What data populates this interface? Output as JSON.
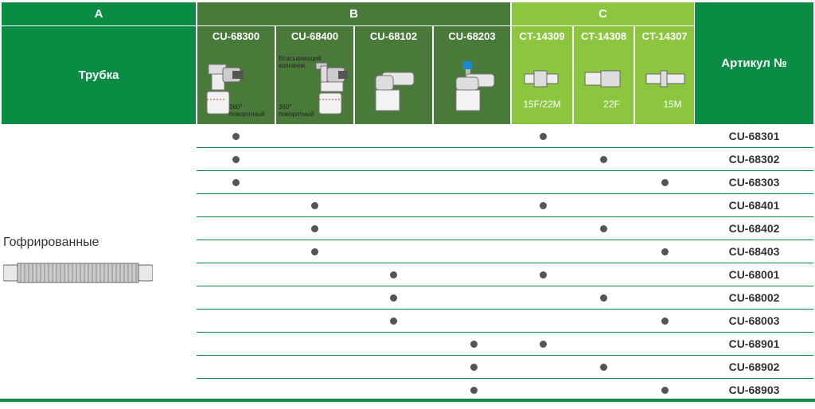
{
  "groups": {
    "a_label": "A",
    "b_label": "B",
    "c_label": "C",
    "tube_header": "Трубка",
    "article_header": "Артикул №"
  },
  "columns": [
    {
      "code": "CU-68300",
      "group": "B",
      "note_top": "",
      "note_bottom": "360° поворотный"
    },
    {
      "code": "CU-68400",
      "group": "B",
      "note_top": "Всасывающий колпачок",
      "note_bottom": "360° поворотный"
    },
    {
      "code": "CU-68102",
      "group": "B",
      "note_top": "",
      "note_bottom": ""
    },
    {
      "code": "CU-68203",
      "group": "B",
      "note_top": "",
      "note_bottom": ""
    },
    {
      "code": "CT-14309",
      "group": "C",
      "size": "15F/22M"
    },
    {
      "code": "CT-14308",
      "group": "C",
      "size": "22F"
    },
    {
      "code": "CT-14307",
      "group": "C",
      "size": "15M"
    }
  ],
  "tube": {
    "label": "Гофрированные"
  },
  "rows": [
    {
      "article": "CU-68301",
      "b": 0,
      "c": 0
    },
    {
      "article": "CU-68302",
      "b": 0,
      "c": 1
    },
    {
      "article": "CU-68303",
      "b": 0,
      "c": 2
    },
    {
      "article": "CU-68401",
      "b": 1,
      "c": 0
    },
    {
      "article": "CU-68402",
      "b": 1,
      "c": 1
    },
    {
      "article": "CU-68403",
      "b": 1,
      "c": 2
    },
    {
      "article": "CU-68001",
      "b": 2,
      "c": 0
    },
    {
      "article": "CU-68002",
      "b": 2,
      "c": 1
    },
    {
      "article": "CU-68003",
      "b": 2,
      "c": 2
    },
    {
      "article": "CU-68901",
      "b": 3,
      "c": 0
    },
    {
      "article": "CU-68902",
      "b": 3,
      "c": 1
    },
    {
      "article": "CU-68903",
      "b": 3,
      "c": 2
    }
  ],
  "colors": {
    "dark_green": "#4a7a3a",
    "light_green": "#8cc63f",
    "brand_green": "#0b8c45"
  }
}
